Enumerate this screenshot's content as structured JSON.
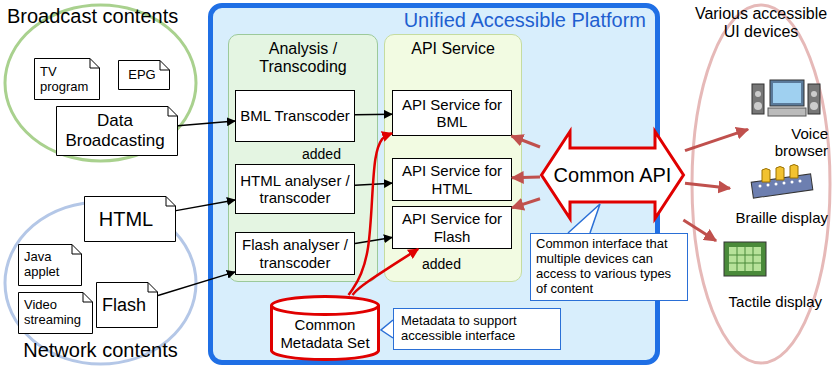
{
  "diagram": {
    "nodes": [
      {
        "text": [
          "Broadcast contents"
        ]
      },
      {
        "text": [
          "TV program"
        ],
        "in": 0
      },
      {
        "text": [
          "EPG"
        ],
        "in": 0
      },
      {
        "text": [
          "Data Broadcasting"
        ],
        "in": 0
      },
      {
        "text": [
          "Network contents"
        ]
      },
      {
        "text": [
          "HTML"
        ],
        "in": 4
      },
      {
        "text": [
          "Java applet"
        ],
        "in": 4
      },
      {
        "text": [
          "Video streaming"
        ],
        "in": 4
      },
      {
        "text": [
          "Flash"
        ],
        "in": 4
      },
      {
        "text": [
          "Unified Accessible Platform"
        ]
      },
      {
        "text": [
          "Analysis / Transcoding"
        ],
        "in": 9
      },
      {
        "text": [
          "BML Transcoder"
        ],
        "in": 10
      },
      {
        "text": [
          "HTML analyser / transcoder"
        ],
        "in": 10
      },
      {
        "text": [
          "Flash analyser / transcoder"
        ],
        "in": 10
      },
      {
        "text": [
          "API Service"
        ],
        "in": 9
      },
      {
        "text": [
          "API Service for BML"
        ],
        "in": 14
      },
      {
        "text": [
          "API Service for HTML"
        ],
        "in": 14
      },
      {
        "text": [
          "API Service for Flash"
        ],
        "in": 14
      },
      {
        "text": [
          "Common Metadata Set"
        ],
        "in": 9
      },
      {
        "text": [
          "Metadata to support accessible interface"
        ],
        "in": 9
      },
      {
        "text": [
          "Common API"
        ]
      },
      {
        "text": [
          "Common interface that multiple devices can access to various types of content"
        ]
      },
      {
        "text": [
          "Various accessible UI devices"
        ]
      },
      {
        "text": [
          "Voice browser"
        ],
        "in": 22
      },
      {
        "text": [
          "Braille display"
        ],
        "in": 22
      },
      {
        "text": [
          "Tactile display"
        ],
        "in": 22
      }
    ],
    "edges": [
      {
        "from": 3,
        "to": 11,
        "arrow": "to"
      },
      {
        "from": 5,
        "to": 12,
        "arrow": "to"
      },
      {
        "from": 8,
        "to": 13,
        "arrow": "to"
      },
      {
        "from": 11,
        "to": 15,
        "arrow": "to"
      },
      {
        "from": 12,
        "to": 16,
        "arrow": "to"
      },
      {
        "from": 13,
        "to": 17,
        "arrow": "to"
      },
      {
        "from": 18,
        "to": 15,
        "label": "added",
        "arrow": "to"
      },
      {
        "from": 18,
        "to": 17,
        "label": "added",
        "arrow": "to"
      },
      {
        "from": 20,
        "to": 15,
        "arrow": "to"
      },
      {
        "from": 20,
        "to": 16,
        "arrow": "to"
      },
      {
        "from": 20,
        "to": 17,
        "arrow": "to"
      },
      {
        "from": 20,
        "to": 23,
        "arrow": "to"
      },
      {
        "from": 20,
        "to": 24,
        "arrow": "to"
      },
      {
        "from": 20,
        "to": 25,
        "arrow": "to"
      }
    ]
  }
}
